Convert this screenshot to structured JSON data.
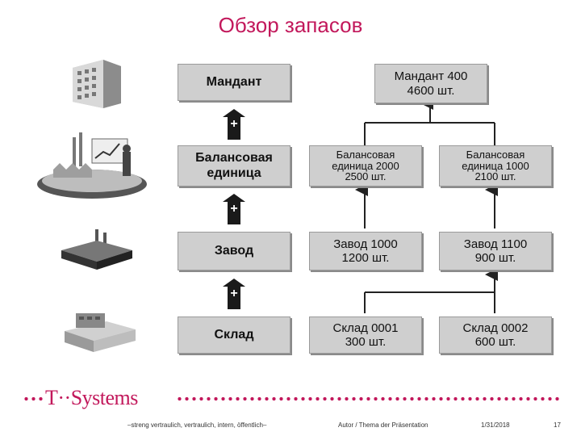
{
  "title": "Обзор запасов",
  "levels": [
    "Мандант",
    "Балансовая\nединица",
    "Завод",
    "Склад"
  ],
  "plus": "+",
  "nodes": {
    "mandant": "Мандант 400\n4600 шт.",
    "bu1": "Балансовая\nединица 2000\n2500 шт.",
    "bu2": "Балансовая\nединица 1000\n2100 шт.",
    "plant1": "Завод 1000\n1200 шт.",
    "plant2": "Завод 1100\n900 шт.",
    "store1": "Склад 0001\n300 шт.",
    "store2": "Склад 0002\n600 шт."
  },
  "icons": [
    "office-building-icon",
    "factory-presenter-icon",
    "plant-icon",
    "warehouse-icon"
  ],
  "footer": {
    "logo": "T··Systems",
    "classification": "–streng vertraulich, vertraulich, intern, öffentlich–",
    "author": "Autor / Thema der Präsentation",
    "date": "1/31/2018",
    "page": "17"
  },
  "colors": {
    "brand": "#c2185b",
    "box": "#cfcfcf"
  }
}
